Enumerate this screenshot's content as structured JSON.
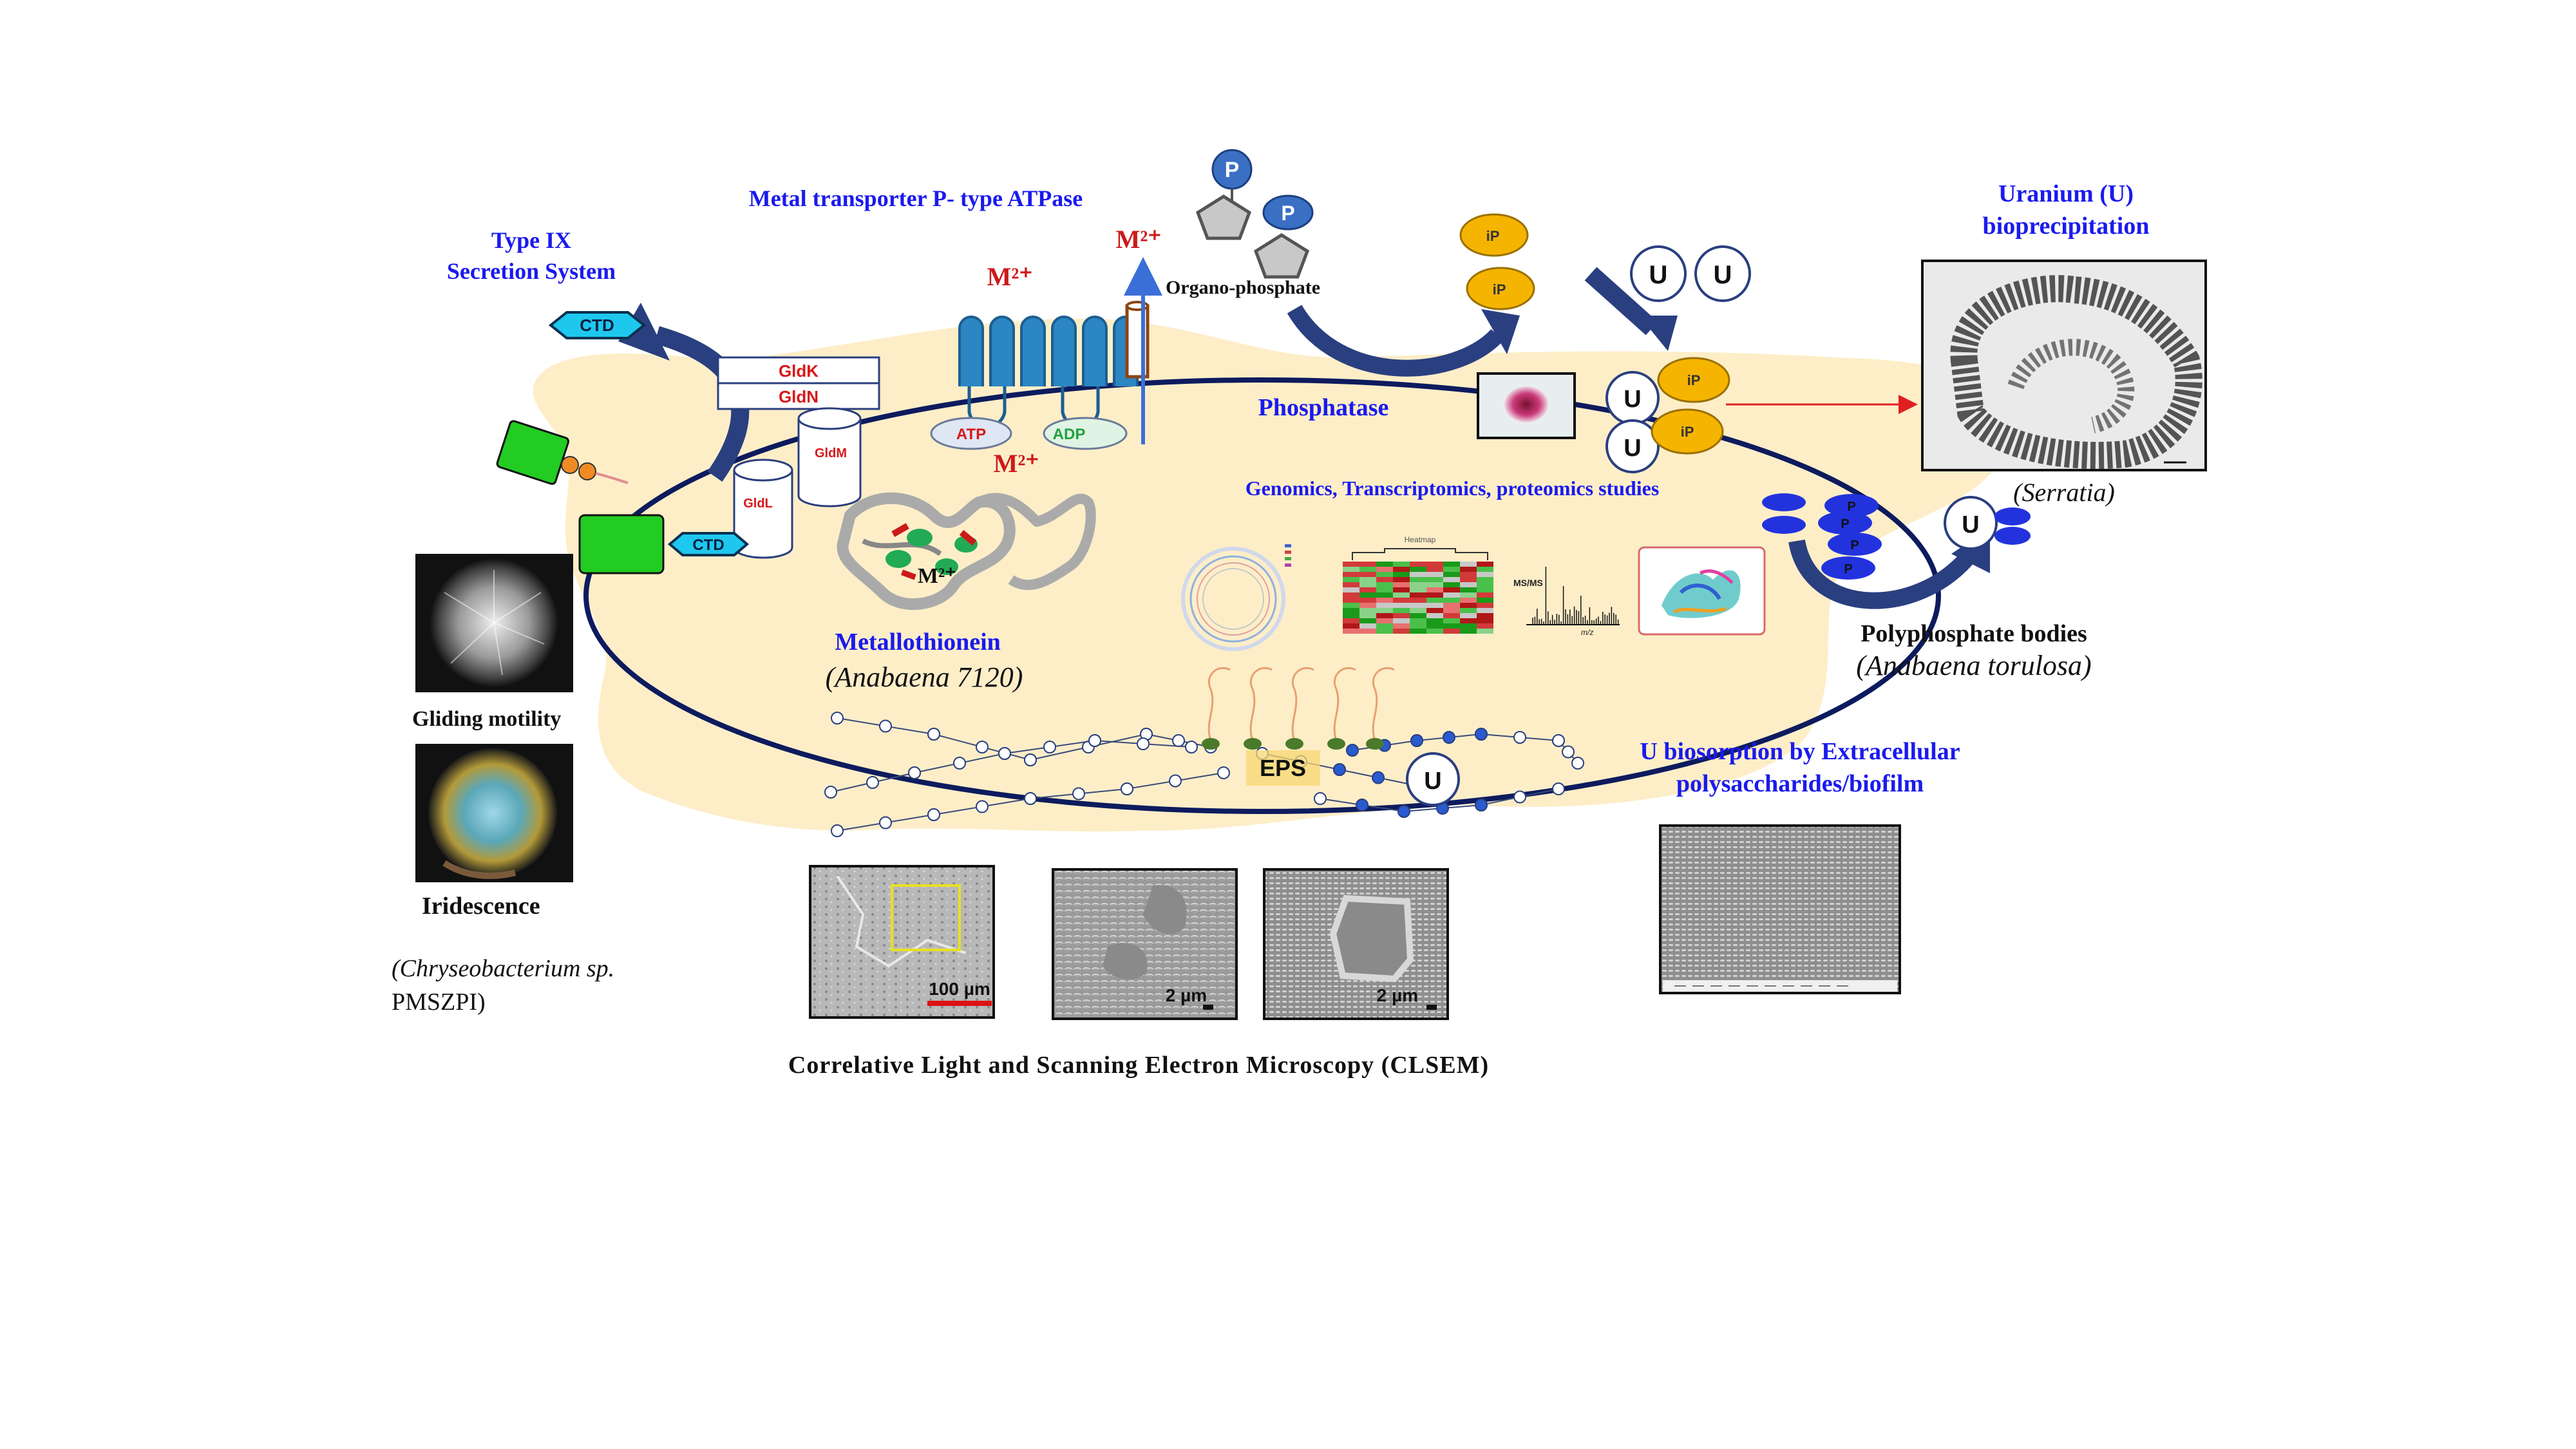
{
  "secretion": {
    "title_line1": "Type IX",
    "title_line2": "Secretion System",
    "ctd_label": "CTD",
    "gldk": "GldK",
    "gldn": "GldN",
    "gldm": "GldM",
    "gldl": "GldL"
  },
  "transporter": {
    "title": "Metal transporter  P- type ATPase",
    "metal_in": "M²⁺",
    "metal_out": "M²⁺",
    "metal_channel": "M²⁺",
    "atp": "ATP",
    "adp": "ADP"
  },
  "phosphatase": {
    "phosphate_p": "P",
    "organo": "Organo-phosphate",
    "ip": "iP",
    "label": "Phosphatase"
  },
  "uranium": {
    "title_line1": "Uranium (U)",
    "title_line2": "bioprecipitation",
    "u": "U",
    "organism": "(Serratia)"
  },
  "omics": {
    "label": "Genomics, Transcriptomics, proteomics studies",
    "heatmap_title": "Heatmap",
    "msms": "MS/MS",
    "mz": "m/z"
  },
  "metallothionein": {
    "label": "Metallothionein",
    "organism": "(Anabaena 7120)",
    "metal": "M²⁺"
  },
  "polyphosphate": {
    "label": "Polyphosphate bodies",
    "organism": "(Anabaena torulosa)",
    "p": "P"
  },
  "motility": {
    "gliding": "Gliding motility",
    "iridescence": "Iridescence",
    "organism_line1": "(Chryseobacterium sp.",
    "organism_line2": "PMSZPI)"
  },
  "eps": {
    "label": "EPS",
    "u": "U",
    "biosorption_line1": "U biosorption by Extracellular",
    "biosorption_line2": "polysaccharides/biofilm"
  },
  "clsem": {
    "scale1": "100 µm",
    "scale2": "2 µm",
    "scale3": "2 µm",
    "caption": "Correlative Light and Scanning Electron Microscopy (CLSEM)"
  },
  "colors": {
    "cell_fill": "#fdeec8",
    "membrane": "#0d1b5e",
    "title_blue": "#1a1aee",
    "metal_red": "#cc1a1a",
    "transporter_blue": "#2b86c3",
    "ip_yellow": "#f5b400",
    "arrow_navy": "#2a3f7f",
    "polyP_blue": "#2233dd",
    "ctd_cyan": "#1ec7ee",
    "green_protein": "#22cc22"
  }
}
